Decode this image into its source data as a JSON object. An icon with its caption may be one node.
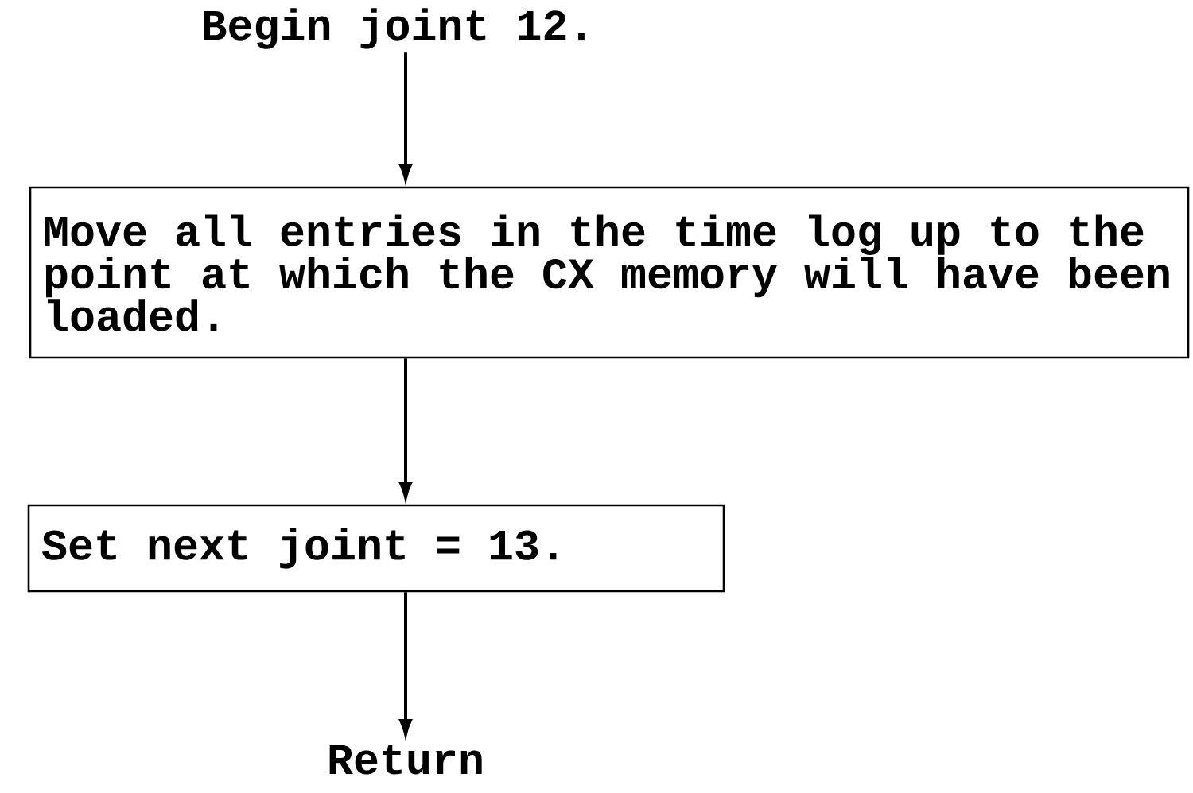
{
  "diagram": {
    "nodes": [
      {
        "text": [
          "Begin joint 12."
        ]
      },
      {
        "text": [
          "Move all entries in the time log up to the point at which the CX memory will have been loaded."
        ]
      },
      {
        "text": [
          "Set next joint = 13."
        ]
      },
      {
        "text": [
          "Return"
        ]
      }
    ],
    "edges": [
      {
        "from": 0,
        "to": 1,
        "arrow": "to"
      },
      {
        "from": 1,
        "to": 2,
        "arrow": "to"
      },
      {
        "from": 2,
        "to": 3,
        "arrow": "to"
      }
    ]
  }
}
